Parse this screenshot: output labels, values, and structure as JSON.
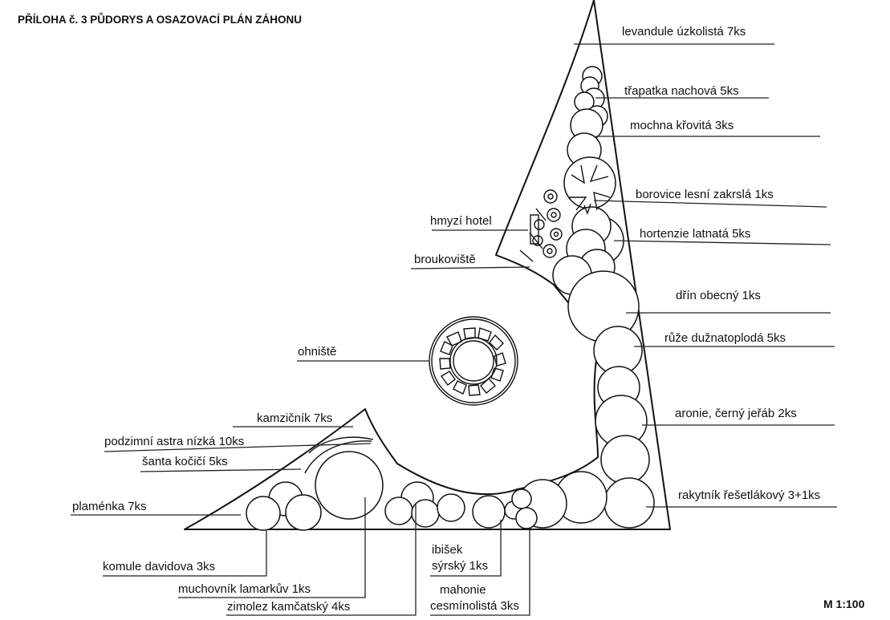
{
  "title": "PŘÍLOHA č. 3 PŮDORYS A OSAZOVACÍ PLÁN ZÁHONU",
  "scale": "M 1:100",
  "labels": {
    "levandule": "levandule úzkolistá 7ks",
    "trapatka": "třapatka nachová 5ks",
    "mochna": "mochna křovitá 3ks",
    "borovice": "borovice lesní zakrslá 1ks",
    "hmyzi_hotel": "hmyzí hotel",
    "hortenzie": "hortenzie latnatá 5ks",
    "broukoviste": "broukoviště",
    "drin": "dřín obecný 1ks",
    "ohniste": "ohniště",
    "ruze": "růže dužnatoplodá 5ks",
    "aronie": "aronie, černý jeřáb 2ks",
    "kamzicnik": "kamzičník 7ks",
    "astra": "podzimní astra nízká 10ks",
    "santa": "šanta kočičí 5ks",
    "rakytnik": "rakytník řešetlákový 3+1ks",
    "plamenka": "plaménka 7ks",
    "komule": "komule davidova 3ks",
    "ibisek_1": "ibišek",
    "ibisek_2": "sýrský 1ks",
    "muchovnik": "muchovník lamarkův 1ks",
    "mahonie_1": "mahonie",
    "mahonie_2": "cesmínolistá 3ks",
    "zimolez": "zimolez kamčatský 4ks"
  }
}
